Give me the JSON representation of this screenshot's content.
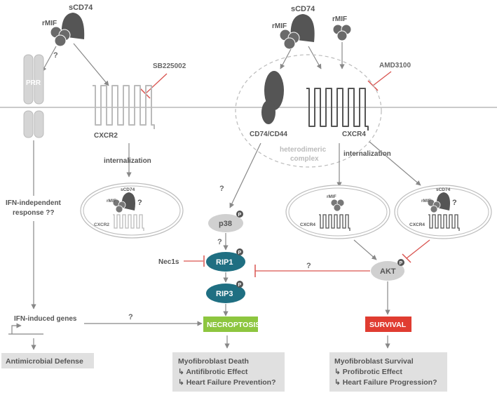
{
  "labels": {
    "scd74_left": "sCD74",
    "rmif_left": "rMIF",
    "q_prr": "?",
    "prr": "PRR",
    "sb": "SB225002",
    "cxcr2": "CXCR2",
    "intern_left": "internalization",
    "scd74_mid": "sCD74",
    "rmif_mid": "rMIF",
    "rmif_right": "rMIF",
    "amd": "AMD3100",
    "cd74cd44": "CD74/CD44",
    "cxcr4": "CXCR4",
    "hetero1": "heterodimeric",
    "hetero2": "complex",
    "intern_right": "internalization",
    "ifn_indep1": "IFN-independent",
    "ifn_indep2": "response ??",
    "v1_scd74": "sCD74",
    "v1_rmif": "rMIF",
    "v1_q": "?",
    "v1_cxcr2": "CXCR2",
    "q_p38": "?",
    "p38": "p38",
    "q_rip": "?",
    "nec1s": "Nec1s",
    "rip1": "RIP1",
    "rip3": "RIP3",
    "v2_rmif": "rMIF",
    "v2_cxcr4": "CXCR4",
    "v3_scd74": "sCD74",
    "v3_rmif": "rMIF",
    "v3_q": "?",
    "v3_cxcr4": "CXCR4",
    "q_akt": "?",
    "akt": "AKT",
    "ifn_genes": "IFN-induced genes",
    "q_ifn": "?",
    "necroptosis": "NECROPTOSIS",
    "survival": "SURVIVAL",
    "antimicrobial": "Antimicrobial Defense",
    "death_title": "Myofibroblast Death",
    "death_l1": "↳ Antifibrotic Effect",
    "death_l2": "↳ Heart Failure Prevention?",
    "surv_title": "Myofibroblast Survival",
    "surv_l1": "↳ Profibrotic Effect",
    "surv_l2": "↳ Heart Failure Progression?",
    "phos": "P"
  },
  "colors": {
    "dark": "#555555",
    "receptor_light": "#aaaaaa",
    "text": "#666666",
    "light_text": "#bbbbbb",
    "arrow": "#888888",
    "inhibit": "#d9534f",
    "rip": "#1f6f82",
    "necroptosis": "#8dc63f",
    "survival": "#e03c31",
    "box": "#e0e0e0",
    "membrane": "#aaaaaa"
  }
}
